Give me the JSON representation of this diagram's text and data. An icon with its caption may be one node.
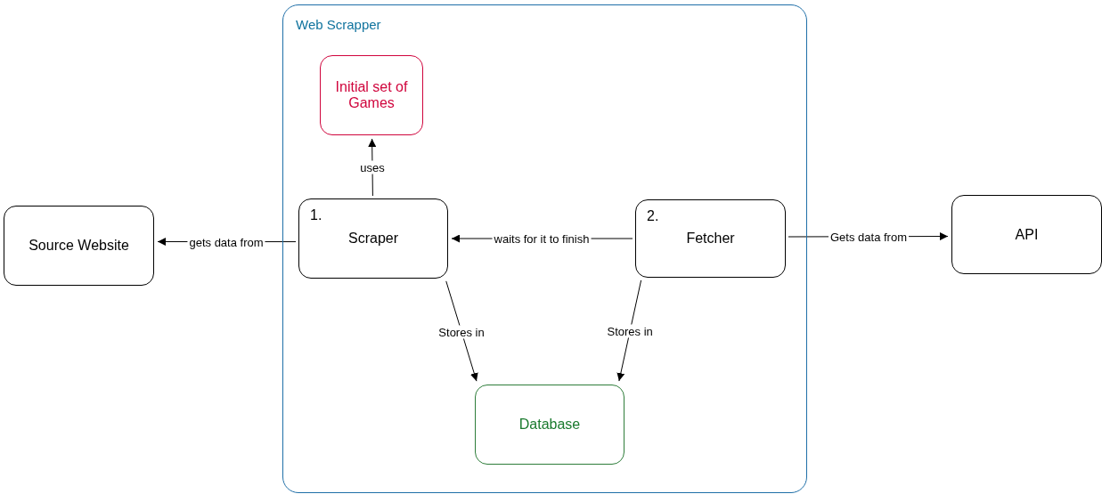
{
  "diagram": {
    "nodes": [
      {
        "text": [
          "Web Scrapper"
        ]
      },
      {
        "text": [
          "Initial set of Games"
        ],
        "in": 0
      },
      {
        "text": [
          "1.",
          "Scraper"
        ],
        "in": 0
      },
      {
        "text": [
          "2.",
          "Fetcher"
        ],
        "in": 0
      },
      {
        "text": [
          "Database"
        ],
        "in": 0
      },
      {
        "text": [
          "Source Website"
        ]
      },
      {
        "text": [
          "API"
        ]
      }
    ],
    "edges": [
      {
        "from": 2,
        "to": 1,
        "arrow": "to",
        "label": "uses"
      },
      {
        "from": 2,
        "to": 5,
        "arrow": "to",
        "label": "gets data from"
      },
      {
        "from": 3,
        "to": 2,
        "arrow": "to",
        "label": "waits for it to finish"
      },
      {
        "from": 3,
        "to": 6,
        "arrow": "to",
        "label": "Gets data from"
      },
      {
        "from": 2,
        "to": 4,
        "arrow": "to",
        "label": "Stores in"
      },
      {
        "from": 3,
        "to": 4,
        "arrow": "to",
        "label": "Stores in"
      }
    ]
  }
}
